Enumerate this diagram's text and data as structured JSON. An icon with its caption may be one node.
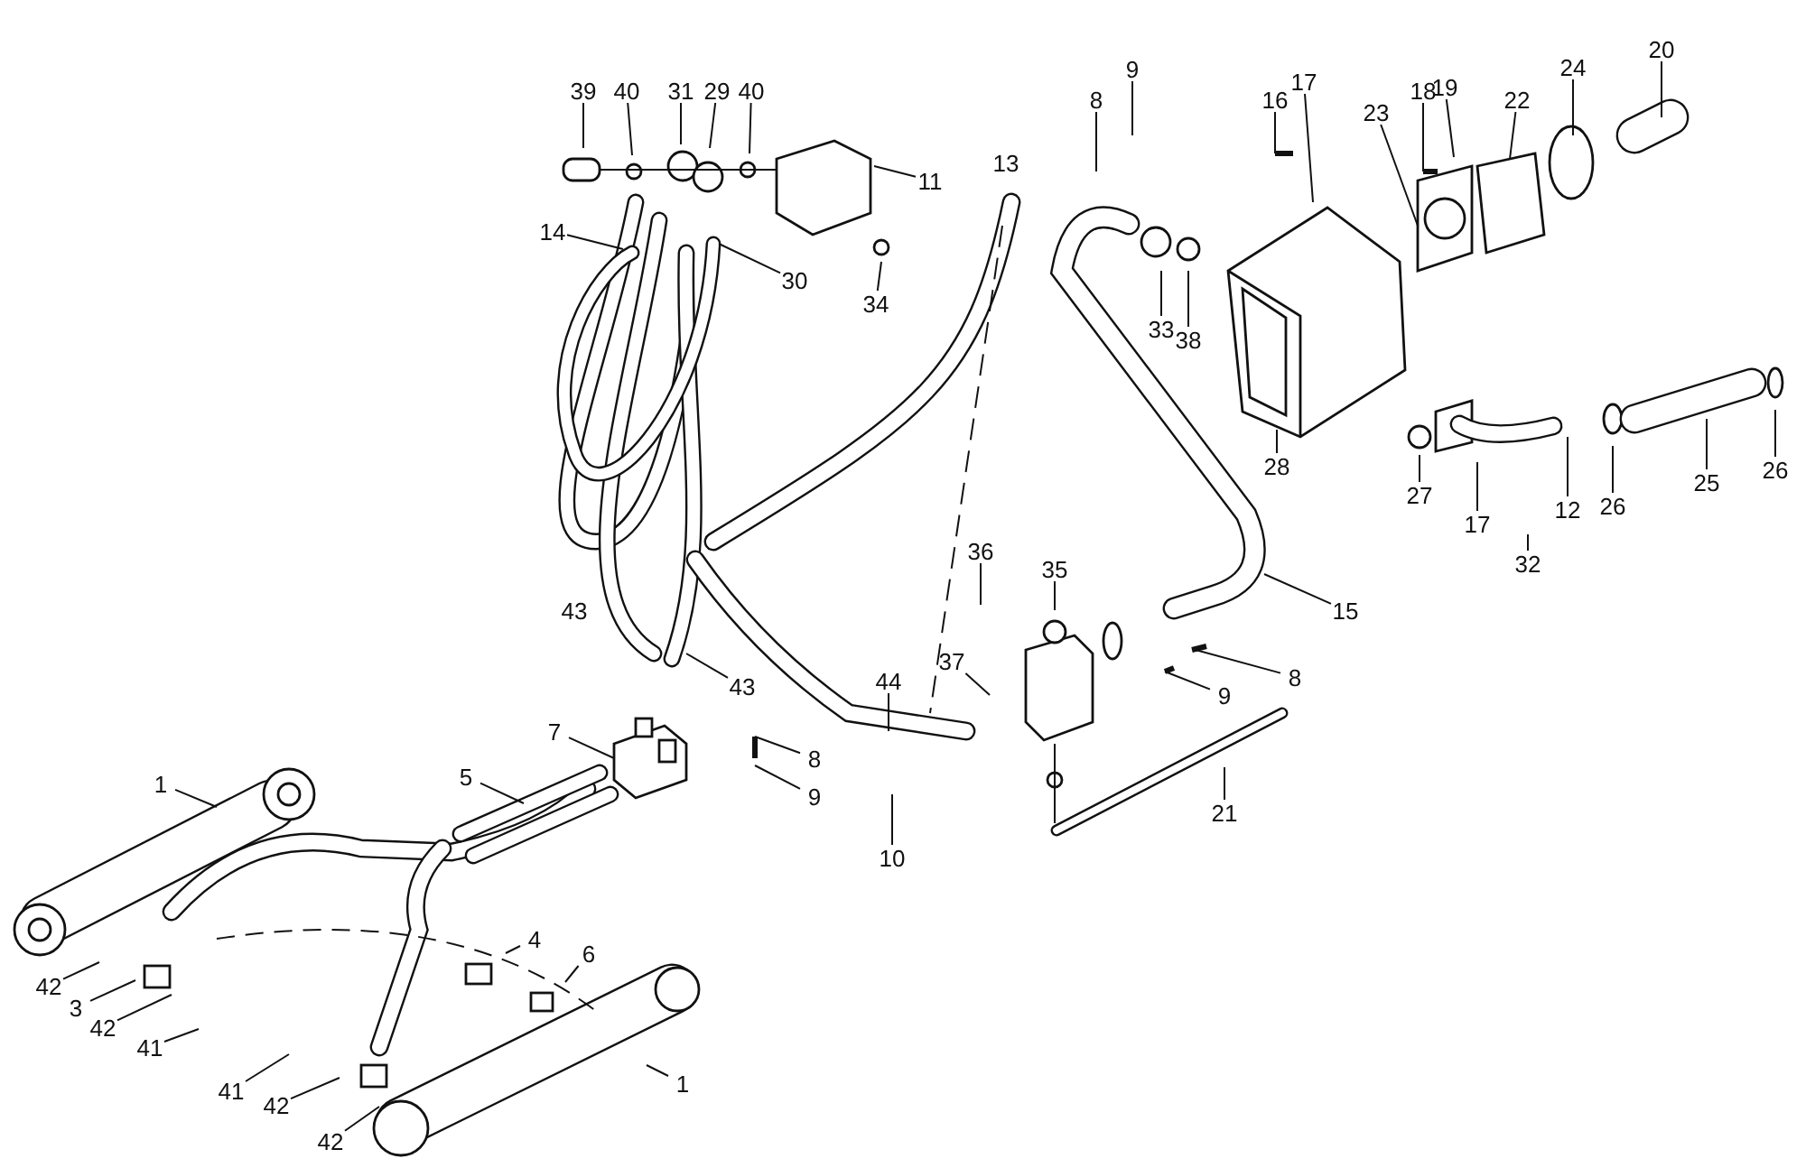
{
  "diagram": {
    "nodes": [
      {
        "text": [
          "39"
        ]
      },
      {
        "text": [
          "40"
        ]
      },
      {
        "text": [
          "31"
        ]
      },
      {
        "text": [
          "29"
        ]
      },
      {
        "text": [
          "40"
        ]
      },
      {
        "text": [
          "11"
        ]
      },
      {
        "text": [
          "14"
        ]
      },
      {
        "text": [
          "30"
        ]
      },
      {
        "text": [
          "34"
        ]
      },
      {
        "text": [
          "8"
        ]
      },
      {
        "text": [
          "9"
        ]
      },
      {
        "text": [
          "16"
        ]
      },
      {
        "text": [
          "17"
        ]
      },
      {
        "text": [
          "23"
        ]
      },
      {
        "text": [
          "18"
        ]
      },
      {
        "text": [
          "19"
        ]
      },
      {
        "text": [
          "22"
        ]
      },
      {
        "text": [
          "24"
        ]
      },
      {
        "text": [
          "20"
        ]
      },
      {
        "text": [
          "33"
        ]
      },
      {
        "text": [
          "38"
        ]
      },
      {
        "text": [
          "28"
        ]
      },
      {
        "text": [
          "27"
        ]
      },
      {
        "text": [
          "17"
        ]
      },
      {
        "text": [
          "32"
        ]
      },
      {
        "text": [
          "12"
        ]
      },
      {
        "text": [
          "26"
        ]
      },
      {
        "text": [
          "25"
        ]
      },
      {
        "text": [
          "26"
        ]
      },
      {
        "text": [
          "36"
        ]
      },
      {
        "text": [
          "35"
        ]
      },
      {
        "text": [
          "37"
        ]
      },
      {
        "text": [
          "15"
        ]
      },
      {
        "text": [
          "8"
        ]
      },
      {
        "text": [
          "9"
        ]
      },
      {
        "text": [
          "21"
        ]
      },
      {
        "text": [
          "43"
        ]
      },
      {
        "text": [
          "44"
        ]
      },
      {
        "text": [
          "8"
        ]
      },
      {
        "text": [
          "9"
        ]
      },
      {
        "text": [
          "10"
        ]
      },
      {
        "text": [
          "7"
        ]
      },
      {
        "text": [
          "5"
        ]
      },
      {
        "text": [
          "1"
        ]
      },
      {
        "text": [
          "4"
        ]
      },
      {
        "text": [
          "6"
        ]
      },
      {
        "text": [
          "1"
        ]
      },
      {
        "text": [
          "42"
        ]
      },
      {
        "text": [
          "3"
        ]
      },
      {
        "text": [
          "42"
        ]
      },
      {
        "text": [
          "41"
        ]
      },
      {
        "text": [
          "41"
        ]
      },
      {
        "text": [
          "42"
        ]
      },
      {
        "text": [
          "42"
        ]
      }
    ],
    "edges": [
      {
        "from": 0,
        "to": null,
        "arrow": "none"
      },
      {
        "from": 1,
        "to": null,
        "arrow": "none"
      },
      {
        "from": 2,
        "to": null,
        "arrow": "none"
      },
      {
        "from": 3,
        "to": null,
        "arrow": "none"
      },
      {
        "from": 4,
        "to": null,
        "arrow": "none"
      },
      {
        "from": 5,
        "to": null,
        "arrow": "none"
      },
      {
        "from": 6,
        "to": null,
        "arrow": "none"
      },
      {
        "from": 7,
        "to": null,
        "arrow": "none"
      },
      {
        "from": 8,
        "to": null,
        "arrow": "none"
      },
      {
        "from": 9,
        "to": null,
        "arrow": "none"
      },
      {
        "from": 10,
        "to": null,
        "arrow": "none"
      },
      {
        "from": 11,
        "to": null,
        "arrow": "none"
      },
      {
        "from": 12,
        "to": null,
        "arrow": "none"
      },
      {
        "from": 13,
        "to": null,
        "arrow": "none"
      },
      {
        "from": 14,
        "to": null,
        "arrow": "none"
      },
      {
        "from": 15,
        "to": null,
        "arrow": "none"
      },
      {
        "from": 16,
        "to": null,
        "arrow": "none"
      },
      {
        "from": 17,
        "to": null,
        "arrow": "none"
      },
      {
        "from": 18,
        "to": null,
        "arrow": "none"
      },
      {
        "from": 19,
        "to": null,
        "arrow": "none"
      },
      {
        "from": 20,
        "to": null,
        "arrow": "none"
      },
      {
        "from": 21,
        "to": null,
        "arrow": "none"
      },
      {
        "from": 22,
        "to": null,
        "arrow": "none"
      },
      {
        "from": 23,
        "to": null,
        "arrow": "none"
      },
      {
        "from": 24,
        "to": null,
        "arrow": "none"
      },
      {
        "from": 25,
        "to": null,
        "arrow": "none"
      },
      {
        "from": 26,
        "to": null,
        "arrow": "none"
      },
      {
        "from": 27,
        "to": null,
        "arrow": "none"
      },
      {
        "from": 28,
        "to": null,
        "arrow": "none"
      },
      {
        "from": 29,
        "to": null,
        "arrow": "none"
      },
      {
        "from": 30,
        "to": null,
        "arrow": "none"
      },
      {
        "from": 31,
        "to": null,
        "arrow": "none"
      },
      {
        "from": 32,
        "to": null,
        "arrow": "none"
      },
      {
        "from": 33,
        "to": null,
        "arrow": "none"
      },
      {
        "from": 34,
        "to": null,
        "arrow": "none"
      },
      {
        "from": 35,
        "to": null,
        "arrow": "none"
      },
      {
        "from": 36,
        "to": null,
        "arrow": "none"
      },
      {
        "from": 37,
        "to": null,
        "arrow": "none"
      },
      {
        "from": 38,
        "to": null,
        "arrow": "none"
      },
      {
        "from": 39,
        "to": null,
        "arrow": "none"
      },
      {
        "from": 40,
        "to": null,
        "arrow": "none"
      },
      {
        "from": 41,
        "to": null,
        "arrow": "none"
      },
      {
        "from": 42,
        "to": null,
        "arrow": "none"
      },
      {
        "from": 43,
        "to": null,
        "arrow": "none"
      },
      {
        "from": 44,
        "to": null,
        "arrow": "none"
      },
      {
        "from": 45,
        "to": null,
        "arrow": "none"
      },
      {
        "from": 46,
        "to": null,
        "arrow": "none"
      },
      {
        "from": 47,
        "to": null,
        "arrow": "none"
      },
      {
        "from": 48,
        "to": null,
        "arrow": "none"
      },
      {
        "from": 49,
        "to": null,
        "arrow": "none"
      },
      {
        "from": 50,
        "to": null,
        "arrow": "none"
      },
      {
        "from": 51,
        "to": null,
        "arrow": "none"
      },
      {
        "from": 52,
        "to": null,
        "arrow": "none"
      },
      {
        "from": 53,
        "to": null,
        "arrow": "none"
      }
    ],
    "labels": [
      "13",
      "43"
    ]
  }
}
